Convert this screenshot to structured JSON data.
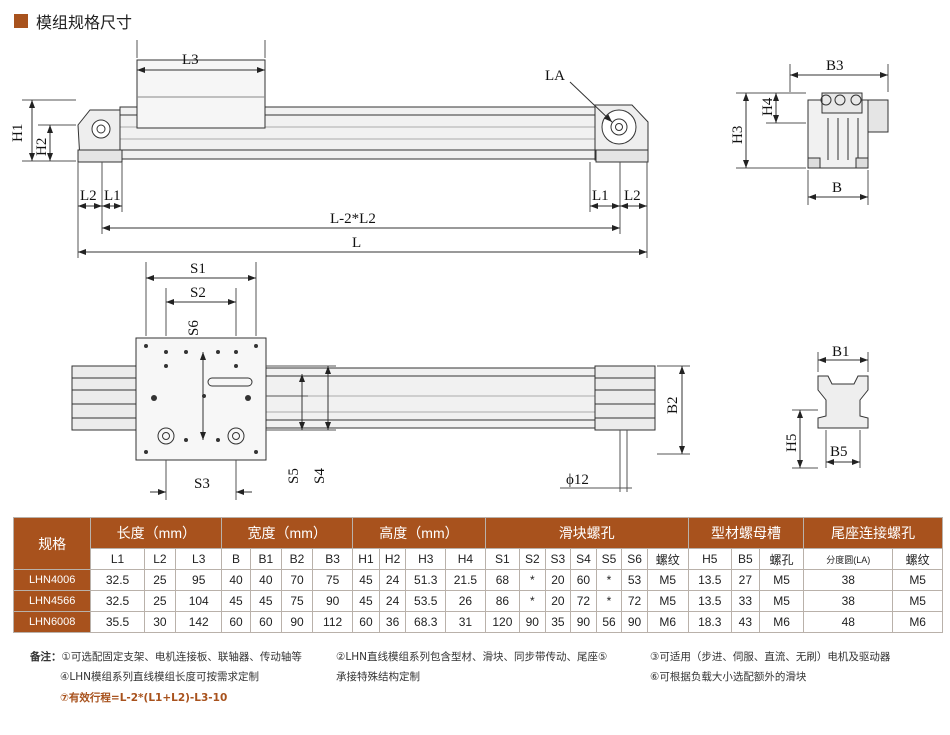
{
  "title": "模组规格尺寸",
  "labels": {
    "L3": "L3",
    "LA": "LA",
    "H1": "H1",
    "H2": "H2",
    "L2": "L2",
    "L1": "L1",
    "L2L": "L-2*L2",
    "L": "L",
    "B3": "B3",
    "H3": "H3",
    "H4": "H4",
    "B": "B",
    "S1": "S1",
    "S2": "S2",
    "S6": "S6",
    "S3": "S3",
    "S5": "S5",
    "S4": "S4",
    "B2": "B2",
    "B1": "B1",
    "H5": "H5",
    "B5": "B5",
    "phi12": "ϕ12"
  },
  "table": {
    "model_header": "规格",
    "groups": [
      {
        "label": "长度（mm）",
        "span": 3
      },
      {
        "label": "宽度（mm）",
        "span": 4
      },
      {
        "label": "高度（mm）",
        "span": 4
      },
      {
        "label": "滑块螺孔",
        "span": 7
      },
      {
        "label": "型材螺母槽",
        "span": 3
      },
      {
        "label": "尾座连接螺孔",
        "span": 2
      }
    ],
    "columns": [
      "L1",
      "L2",
      "L3",
      "B",
      "B1",
      "B2",
      "B3",
      "H1",
      "H2",
      "H3",
      "H4",
      "S1",
      "S2",
      "S3",
      "S4",
      "S5",
      "S6",
      "螺纹",
      "H5",
      "B5",
      "螺孔",
      "分度圆(LA)",
      "螺纹"
    ],
    "rows": [
      {
        "model": "LHN4006",
        "cells": [
          "32.5",
          "25",
          "95",
          "40",
          "40",
          "70",
          "75",
          "45",
          "24",
          "51.3",
          "21.5",
          "68",
          "*",
          "20",
          "60",
          "*",
          "53",
          "M5",
          "13.5",
          "27",
          "M5",
          "38",
          "M5"
        ]
      },
      {
        "model": "LHN4566",
        "cells": [
          "32.5",
          "25",
          "104",
          "45",
          "45",
          "75",
          "90",
          "45",
          "24",
          "53.5",
          "26",
          "86",
          "*",
          "20",
          "72",
          "*",
          "72",
          "M5",
          "13.5",
          "33",
          "M5",
          "38",
          "M5"
        ]
      },
      {
        "model": "LHN6008",
        "cells": [
          "35.5",
          "30",
          "142",
          "60",
          "60",
          "90",
          "112",
          "60",
          "36",
          "68.3",
          "31",
          "120",
          "90",
          "35",
          "90",
          "56",
          "90",
          "M6",
          "18.3",
          "43",
          "M6",
          "48",
          "M6"
        ]
      }
    ]
  },
  "notes": {
    "lead": "备注：",
    "n1": "①可选配固定支架、电机连接板、联轴器、传动轴等",
    "n2": "②LHN直线模组系列包含型材、滑块、同步带传动、尾座⑤",
    "n3": "③可适用（步进、伺服、直流、无刷）电机及驱动器",
    "n4": "④LHN模组系列直线模组长度可按需求定制",
    "n5": "承接特殊结构定制",
    "n6": "⑥可根据负载大小选配额外的滑块",
    "n7": "⑦有效行程=L-2*(L1+L2)-L3-10"
  }
}
